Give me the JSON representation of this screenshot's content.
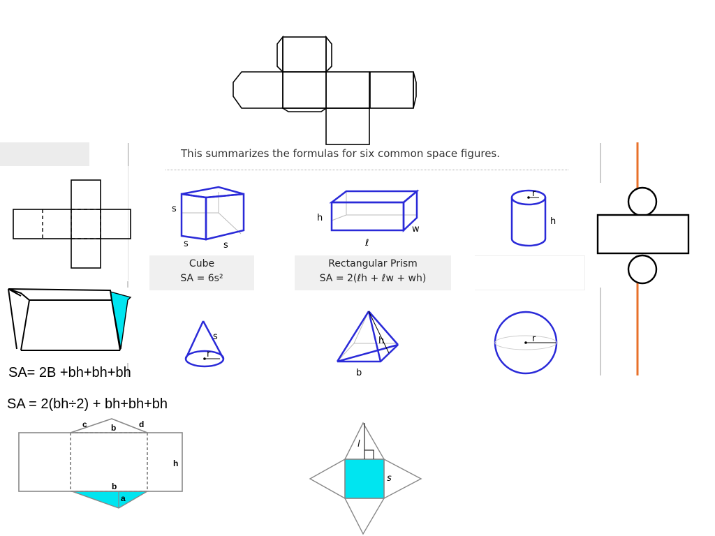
{
  "summary": {
    "text": "This summarizes the formulas for six common space figures."
  },
  "figures": {
    "cube": {
      "name": "Cube",
      "formula": "SA = 6s²",
      "labels": {
        "s_side": "s",
        "s_bottom1": "s",
        "s_bottom2": "s"
      }
    },
    "rect_prism": {
      "name": "Rectangular Prism",
      "formula": "SA = 2(ℓh + ℓw + wh)",
      "labels": {
        "h": "h",
        "w": "w",
        "l": "ℓ"
      }
    },
    "cylinder": {
      "labels": {
        "r": "r",
        "h": "h"
      }
    },
    "cone": {
      "labels": {
        "s": "s",
        "r": "r"
      }
    },
    "pyramid": {
      "labels": {
        "h": "h",
        "b": "b"
      }
    },
    "sphere": {
      "labels": {
        "r": "r"
      }
    }
  },
  "formulas": {
    "prism_sa": "SA= 2B +bh+bh+bh",
    "triangular_prism_sa": "SA = 2(bh÷2) + bh+bh+bh"
  },
  "tri_prism_net": {
    "labels": {
      "c": "c",
      "b_top": "b",
      "d": "d",
      "h": "h",
      "b_bottom": "b",
      "a": "a"
    }
  },
  "pyramid_net": {
    "labels": {
      "l": "l",
      "s": "s"
    }
  },
  "colors": {
    "accent_blue": "#2a2ad8",
    "orange": "#e8702a",
    "cyan": "#00e5f0",
    "card_bg": "#f0f0f0"
  }
}
